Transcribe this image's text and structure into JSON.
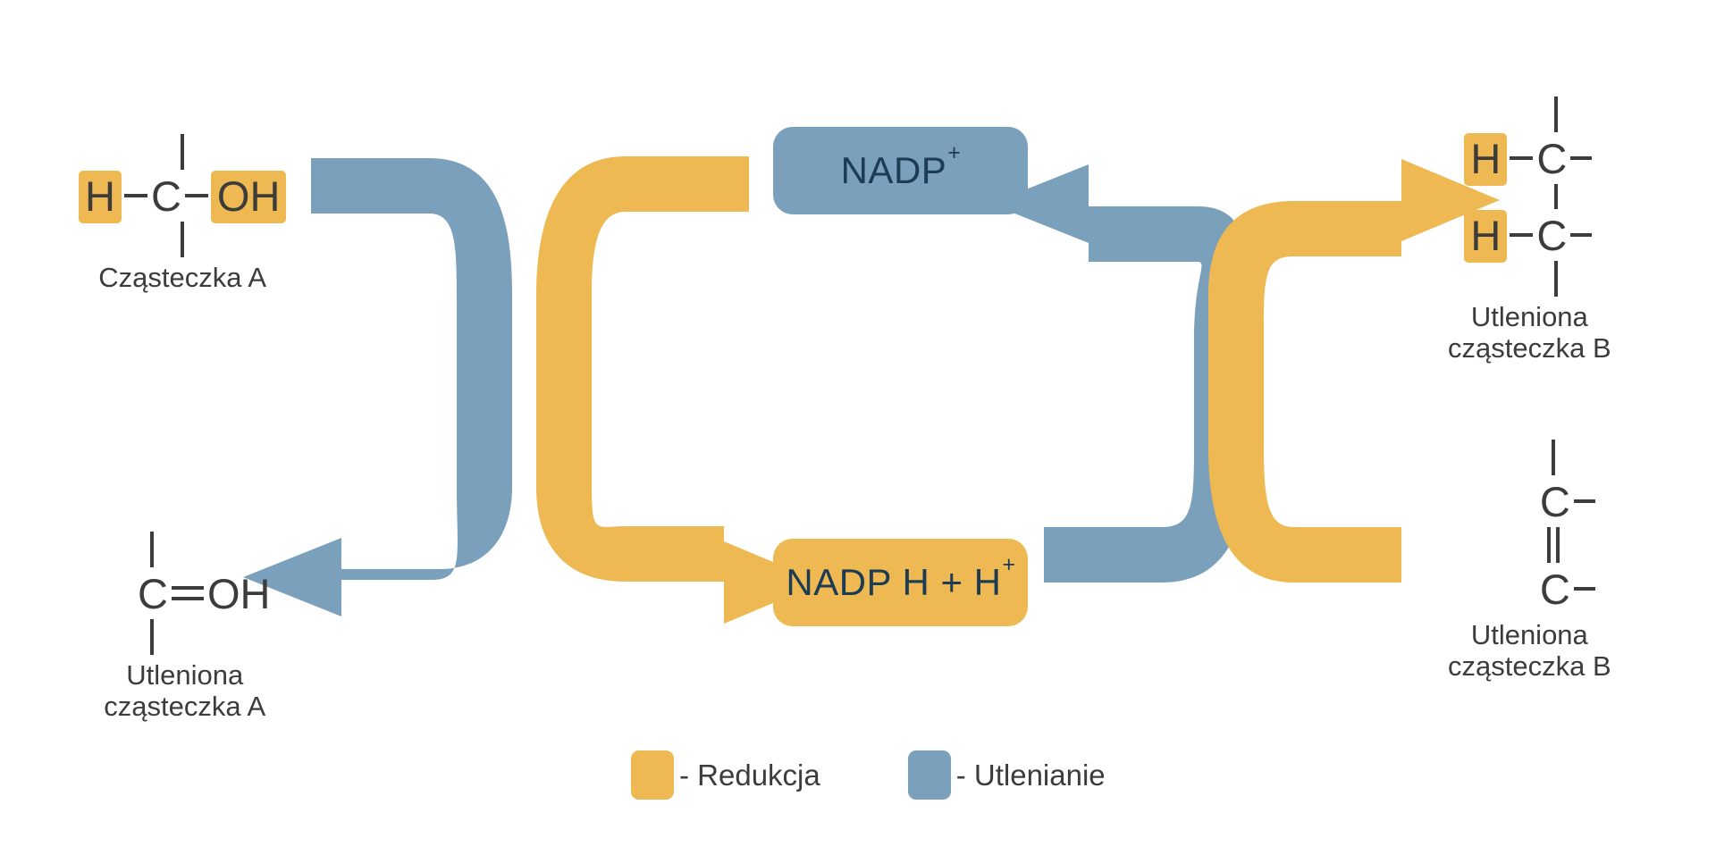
{
  "diagram": {
    "title": "Cykl utleniania i redukcji z udzialem NADP",
    "background": "#ffffff",
    "colors": {
      "reduction": "#eeb953",
      "oxidation": "#7ba0bc",
      "bond": "#3c3c3b",
      "box_text": "#1d3c54",
      "label_text": "#3c3c3b"
    }
  },
  "molecules": {
    "a_reduced": {
      "caption": "Cząsteczka A",
      "atoms": {
        "h_left": "H",
        "carbon": "C",
        "oh": "OH"
      }
    },
    "a_oxidized": {
      "caption": "Utleniona\ncząsteczka A",
      "atoms": {
        "carbon": "C",
        "oh": "OH"
      }
    },
    "b_reduced": {
      "caption": "Utleniona\ncząsteczka B",
      "atoms": {
        "h_top": "H",
        "carbon_top": "C",
        "h_bottom": "H",
        "carbon_bottom": "C"
      }
    },
    "b_oxidized": {
      "caption": "Utleniona\ncząsteczka B",
      "atoms": {
        "carbon_top": "C",
        "carbon_bottom": "C"
      }
    }
  },
  "nadp": {
    "oxidized": {
      "base": "NADP",
      "superscript": "+"
    },
    "reduced": {
      "base": "NADP H + H",
      "superscript": "+"
    }
  },
  "arrows": {
    "left_oxidation": {
      "color": "#7ba0bc",
      "direction": "left",
      "role": "utlenianie-czasteczki-a"
    },
    "inner_reduction": {
      "color": "#eeb953",
      "direction": "right",
      "role": "redukcja-nadp"
    },
    "right_oxidation": {
      "color": "#7ba0bc",
      "direction": "left",
      "role": "utlenianie-nadph"
    },
    "right_reduction": {
      "color": "#eeb953",
      "direction": "right",
      "role": "redukcja-czasteczki-b"
    }
  },
  "legend": {
    "items": [
      {
        "label": "- Redukcja",
        "color": "#eeb953",
        "swatch": "reduction-swatch"
      },
      {
        "label": "- Utlenianie",
        "color": "#7ba0bc",
        "swatch": "oxidation-swatch"
      }
    ]
  }
}
